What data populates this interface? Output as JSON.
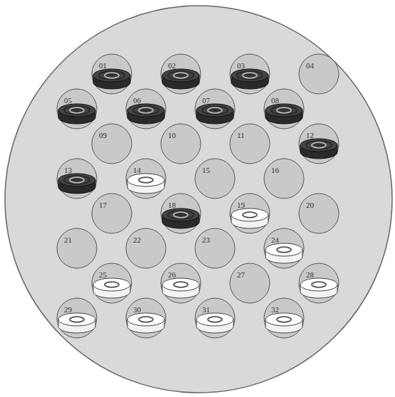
{
  "diagram": {
    "nodes": [
      {
        "text": [
          "01"
        ]
      },
      {
        "text": [
          "02"
        ]
      },
      {
        "text": [
          "03"
        ]
      },
      {
        "text": [
          "04"
        ]
      },
      {
        "text": [
          "05"
        ]
      },
      {
        "text": [
          "06"
        ]
      },
      {
        "text": [
          "07"
        ]
      },
      {
        "text": [
          "08"
        ]
      },
      {
        "text": [
          "09"
        ]
      },
      {
        "text": [
          "10"
        ]
      },
      {
        "text": [
          "11"
        ]
      },
      {
        "text": [
          "12"
        ]
      },
      {
        "text": [
          "13"
        ]
      },
      {
        "text": [
          "14"
        ]
      },
      {
        "text": [
          "15"
        ]
      },
      {
        "text": [
          "16"
        ]
      },
      {
        "text": [
          "17"
        ]
      },
      {
        "text": [
          "18"
        ]
      },
      {
        "text": [
          "19"
        ]
      },
      {
        "text": [
          "20"
        ]
      },
      {
        "text": [
          "21"
        ]
      },
      {
        "text": [
          "22"
        ]
      },
      {
        "text": [
          "23"
        ]
      },
      {
        "text": [
          "24"
        ]
      },
      {
        "text": [
          "25"
        ]
      },
      {
        "text": [
          "26"
        ]
      },
      {
        "text": [
          "27"
        ]
      },
      {
        "text": [
          "28"
        ]
      },
      {
        "text": [
          "29"
        ]
      },
      {
        "text": [
          "30"
        ]
      },
      {
        "text": [
          "31"
        ]
      },
      {
        "text": [
          "32"
        ]
      }
    ]
  }
}
